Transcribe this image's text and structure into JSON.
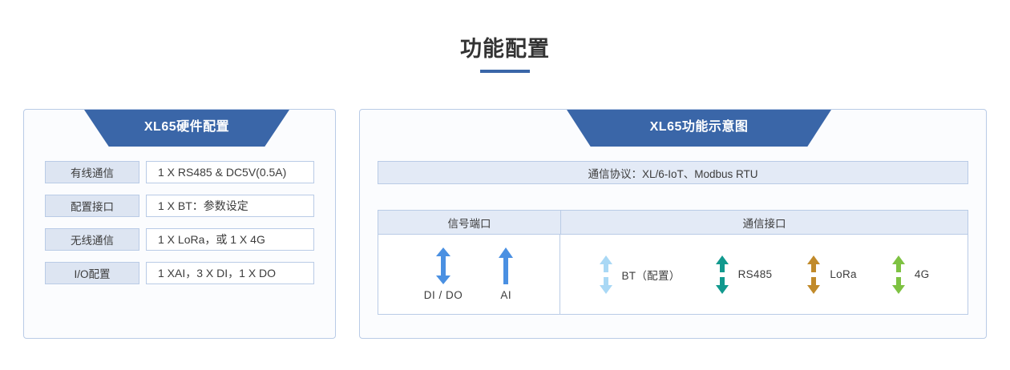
{
  "page": {
    "title": "功能配置",
    "accent_color": "#3a66a8"
  },
  "left_panel": {
    "banner_title": "XL65硬件配置",
    "rows": [
      {
        "label": "有线通信",
        "value": "1 X RS485 & DC5V(0.5A)"
      },
      {
        "label": "配置接口",
        "value": "1 X BT：参数设定"
      },
      {
        "label": "无线通信",
        "value": "1 X LoRa，或 1 X 4G"
      },
      {
        "label": "I/O配置",
        "value": "1 XAI，3 X DI，1 X DO"
      }
    ]
  },
  "right_panel": {
    "banner_title": "XL65功能示意图",
    "protocol_bar": "通信协议：XL/6-IoT、Modbus RTU",
    "table": {
      "headers": {
        "signal": "信号端口",
        "comm": "通信接口"
      },
      "signal_items": [
        {
          "label": "DI / DO",
          "icon": "double-arrow-icon",
          "color": "#4a90e2",
          "direction": "both"
        },
        {
          "label": "AI",
          "icon": "up-arrow-icon",
          "color": "#4a90e2",
          "direction": "up"
        }
      ],
      "comm_items": [
        {
          "label": "BT（配置）",
          "icon": "double-arrow-icon",
          "color": "#a9d8f5",
          "direction": "both"
        },
        {
          "label": "RS485",
          "icon": "double-arrow-icon",
          "color": "#11998e",
          "direction": "both"
        },
        {
          "label": "LoRa",
          "icon": "double-arrow-icon",
          "color": "#c18a2a",
          "direction": "both"
        },
        {
          "label": "4G",
          "icon": "double-arrow-icon",
          "color": "#7ec242",
          "direction": "both"
        }
      ]
    }
  }
}
